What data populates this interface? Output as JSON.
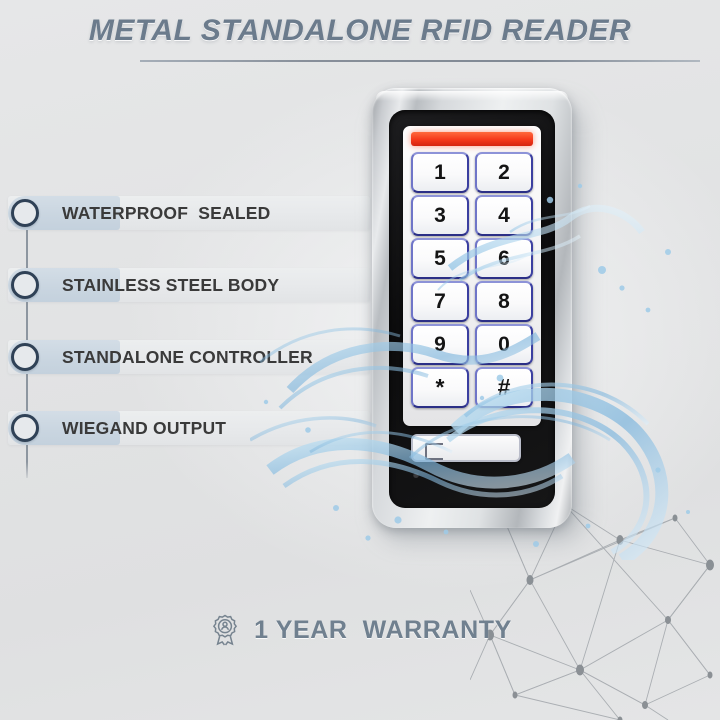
{
  "header": {
    "title": "METAL STANDALONE RFID READER"
  },
  "features": [
    {
      "label": "WATERPROOF  SEALED",
      "marker": "ring-bullet-icon"
    },
    {
      "label": "STAINLESS STEEL BODY",
      "marker": "ring-bullet-icon"
    },
    {
      "label": "STANDALONE CONTROLLER",
      "marker": "ring-bullet-icon"
    },
    {
      "label": "WIEGAND OUTPUT",
      "marker": "ring-bullet-icon"
    }
  ],
  "device": {
    "name": "metal-rfid-keypad-reader",
    "keypad_rows": [
      [
        "1",
        "2"
      ],
      [
        "3",
        "4"
      ],
      [
        "5",
        "6"
      ],
      [
        "7",
        "8"
      ],
      [
        "9",
        "0"
      ],
      [
        "*",
        "#"
      ]
    ]
  },
  "warranty": {
    "icon": "award-rosette-icon",
    "text": "1 YEAR  WARRANTY"
  },
  "colors": {
    "background": "#e4e5e6",
    "title_text": "#6b7b8c",
    "feature_text": "#3a3a3a",
    "bullet_ring": "#2f4156",
    "bullet_band": "#c9d5e0",
    "label_band": "#e7e9eb",
    "warranty_text": "#70808f",
    "led_red": "#f5381a",
    "key_bevel_blue": "#3b3fa0",
    "water_blue": "#7fb6dd",
    "mesh_gray": "#7c8288"
  }
}
